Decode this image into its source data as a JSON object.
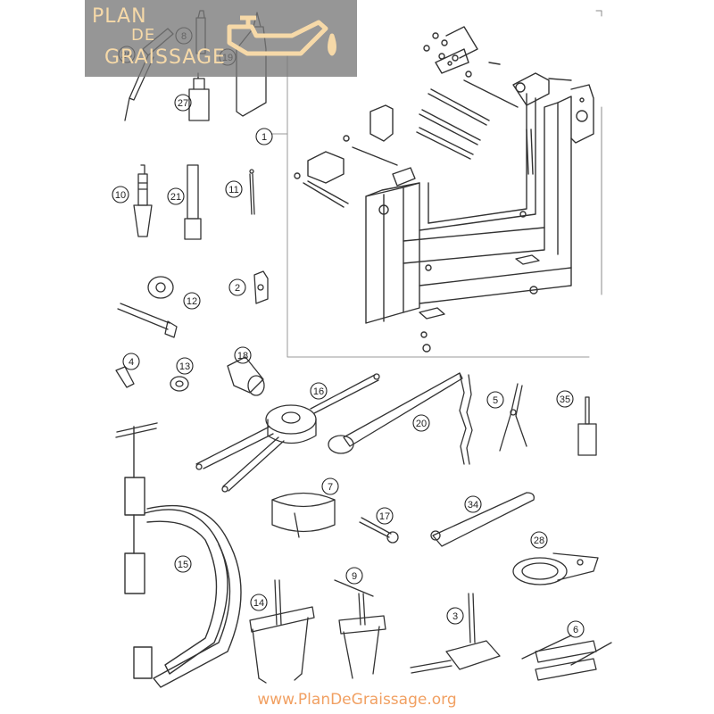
{
  "logo": {
    "line1": "PLAN",
    "line2": "DE",
    "line3": "GRAISSAGE"
  },
  "footer": {
    "url": "www.PlanDeGraissage.org"
  },
  "callouts": [
    {
      "id": "c1",
      "label": "1"
    },
    {
      "id": "c2",
      "label": "2"
    },
    {
      "id": "c3",
      "label": "3"
    },
    {
      "id": "c4",
      "label": "4"
    },
    {
      "id": "c5",
      "label": "5"
    },
    {
      "id": "c6",
      "label": "6"
    },
    {
      "id": "c7",
      "label": "7"
    },
    {
      "id": "c8",
      "label": "8"
    },
    {
      "id": "c9",
      "label": "9"
    },
    {
      "id": "c10",
      "label": "10"
    },
    {
      "id": "c11",
      "label": "11"
    },
    {
      "id": "c12",
      "label": "12"
    },
    {
      "id": "c13",
      "label": "13"
    },
    {
      "id": "c14",
      "label": "14"
    },
    {
      "id": "c15",
      "label": "15"
    },
    {
      "id": "c16",
      "label": "16"
    },
    {
      "id": "c17",
      "label": "17"
    },
    {
      "id": "c18",
      "label": "18"
    },
    {
      "id": "c19",
      "label": "19"
    },
    {
      "id": "c20",
      "label": "20"
    },
    {
      "id": "c21",
      "label": "21"
    },
    {
      "id": "c26",
      "label": "26"
    },
    {
      "id": "c27",
      "label": "27"
    },
    {
      "id": "c28",
      "label": "28"
    },
    {
      "id": "c34",
      "label": "34"
    },
    {
      "id": "c35",
      "label": "35"
    }
  ],
  "colors": {
    "logo_text": "#f6d9a8",
    "footer_text": "#f1a062",
    "line": "#333333"
  }
}
